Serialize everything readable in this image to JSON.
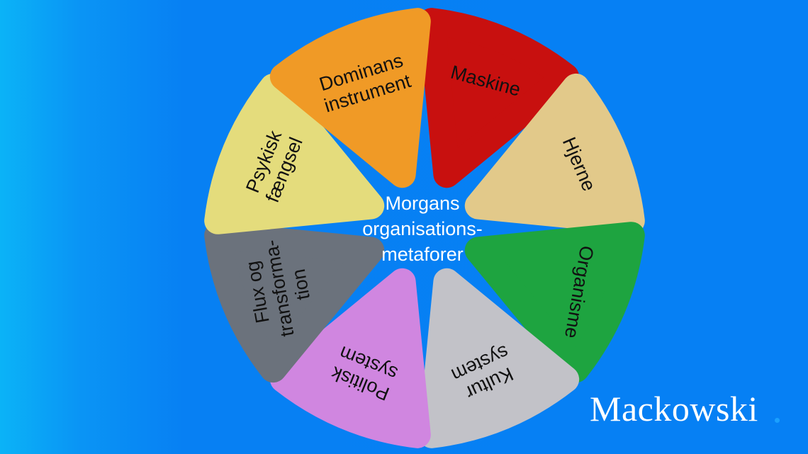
{
  "diagram": {
    "center": {
      "lines": [
        "Morgans",
        "organisations-",
        "metaforer"
      ]
    },
    "petals": [
      {
        "id": "maskine",
        "lines": [
          "Maskine"
        ],
        "color": "#c8100f"
      },
      {
        "id": "hjerne",
        "lines": [
          "Hjerne"
        ],
        "color": "#e2c98a"
      },
      {
        "id": "organisme",
        "lines": [
          "Organisme"
        ],
        "color": "#1ea440"
      },
      {
        "id": "kultursystem",
        "lines": [
          "Kultur",
          "system"
        ],
        "color": "#c2c2c8"
      },
      {
        "id": "politisk-system",
        "lines": [
          "Politisk",
          "system"
        ],
        "color": "#d086e0"
      },
      {
        "id": "flux",
        "lines": [
          "Flux og",
          "transforma-",
          "tion"
        ],
        "color": "#6b727c"
      },
      {
        "id": "psykisk-faengsel",
        "lines": [
          "Psykisk",
          "fængsel"
        ],
        "color": "#e4dc7c"
      },
      {
        "id": "dominans",
        "lines": [
          "Dominans",
          "instrument"
        ],
        "color": "#f09a26"
      }
    ]
  },
  "logo": {
    "text": "Mackowski"
  }
}
